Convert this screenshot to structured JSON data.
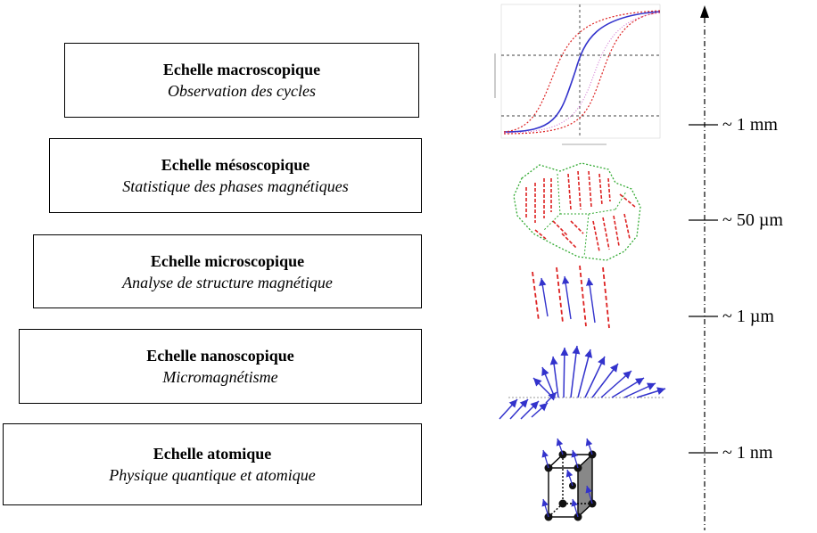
{
  "scales": [
    {
      "title": "Echelle macroscopique",
      "subtitle": "Observation des cycles"
    },
    {
      "title": "Echelle mésoscopique",
      "subtitle": "Statistique des phases magnétiques"
    },
    {
      "title": "Echelle microscopique",
      "subtitle": "Analyse de structure magnétique"
    },
    {
      "title": "Echelle nanoscopique",
      "subtitle": "Micromagnétisme"
    },
    {
      "title": "Echelle atomique",
      "subtitle": "Physique quantique et atomique"
    }
  ],
  "axis_labels": [
    "~ 1 mm",
    "~ 50 µm",
    "~ 1 µm",
    "~ 1 nm"
  ],
  "colors": {
    "moment_blue": "#3333cc",
    "domain_red": "#dd2222",
    "boundary_green": "#33aa33"
  }
}
